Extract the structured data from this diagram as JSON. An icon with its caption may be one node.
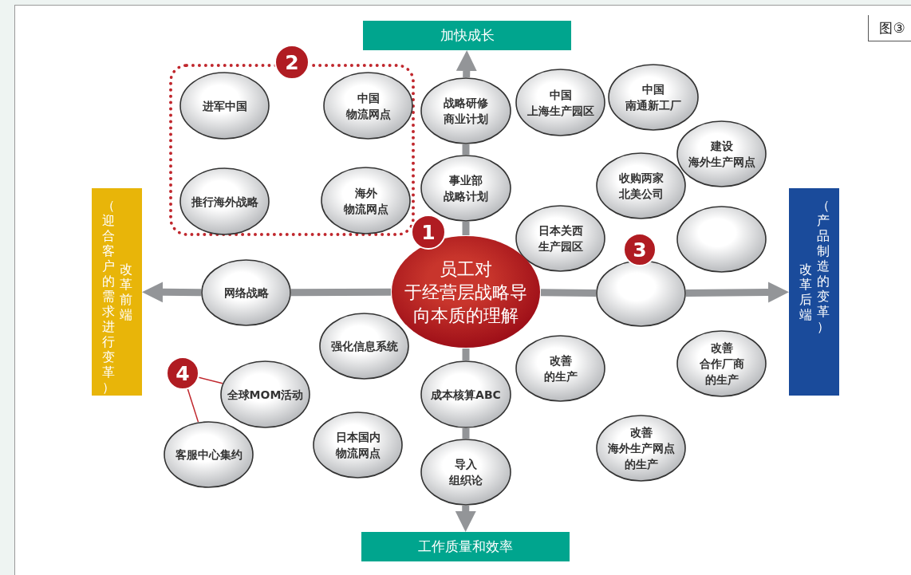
{
  "diagram": {
    "nodes": [
      {
        "text": [
          "加快成长"
        ]
      },
      {
        "text": [],
        "shape": "box"
      },
      {
        "text": [
          "进军中国"
        ],
        "in": 1
      },
      {
        "text": [
          "中国物流网点"
        ],
        "in": 1
      },
      {
        "text": [
          "推行海外战略"
        ],
        "in": 1
      },
      {
        "text": [
          "海外物流网点"
        ],
        "in": 1
      },
      {
        "text": [
          "战略研修商业计划"
        ]
      },
      {
        "text": [
          "中国上海生产园区"
        ]
      },
      {
        "text": [
          "中国南通新工厂"
        ]
      },
      {
        "text": [
          "建设海外生产网点"
        ]
      },
      {
        "text": [
          "事业部战略计划"
        ]
      },
      {
        "text": [
          "收购两家北美公司"
        ]
      },
      {
        "text": [
          "（迎合客户的需求进行变革）",
          "改革前端"
        ]
      },
      {
        "text": [
          "改革后端",
          "（产品制造的变革）"
        ]
      },
      {
        "text": [
          "日本关西生产园区"
        ]
      },
      {
        "text": [],
        "shape": "ellipse"
      },
      {
        "text": [
          "员工对于经营层战略导向本质的理解"
        ]
      },
      {
        "text": [
          "网络战略"
        ]
      },
      {
        "text": [],
        "shape": "ellipse"
      },
      {
        "text": [
          "强化信息系统"
        ]
      },
      {
        "text": [
          "改善的生产"
        ]
      },
      {
        "text": [
          "改善合作厂商的生产"
        ]
      },
      {
        "text": [
          "4"
        ]
      },
      {
        "text": [
          "全球MOM活动"
        ]
      },
      {
        "text": [
          "成本核算ABC"
        ]
      },
      {
        "text": [
          "客服中心集约"
        ]
      },
      {
        "text": [
          "日本国内物流网点"
        ]
      },
      {
        "text": [
          "改善海外生产网点的生产"
        ]
      },
      {
        "text": [
          "导入组织论"
        ]
      },
      {
        "text": [
          "工作质量和效率"
        ]
      },
      {
        "text": [
          "2"
        ]
      },
      {
        "text": [
          "1"
        ]
      },
      {
        "text": [
          "3"
        ]
      }
    ],
    "edges": [
      {
        "from": 16,
        "to": 10,
        "arrow": "none"
      },
      {
        "from": 10,
        "to": 6,
        "arrow": "none"
      },
      {
        "from": 6,
        "to": 0,
        "arrow": "to"
      },
      {
        "from": 16,
        "to": 17,
        "arrow": "none"
      },
      {
        "from": 17,
        "to": 12,
        "arrow": "to"
      },
      {
        "from": 16,
        "to": 18,
        "arrow": "none"
      },
      {
        "from": 18,
        "to": 13,
        "arrow": "to"
      },
      {
        "from": 16,
        "to": 24,
        "arrow": "none"
      },
      {
        "from": 24,
        "to": 28,
        "arrow": "none"
      },
      {
        "from": 28,
        "to": 29,
        "arrow": "to"
      },
      {
        "from": 22,
        "to": 23,
        "arrow": "none",
        "color": "#c0272d"
      },
      {
        "from": 22,
        "to": 25,
        "arrow": "none",
        "color": "#c0272d"
      }
    ],
    "labels": [
      "图③"
    ]
  }
}
